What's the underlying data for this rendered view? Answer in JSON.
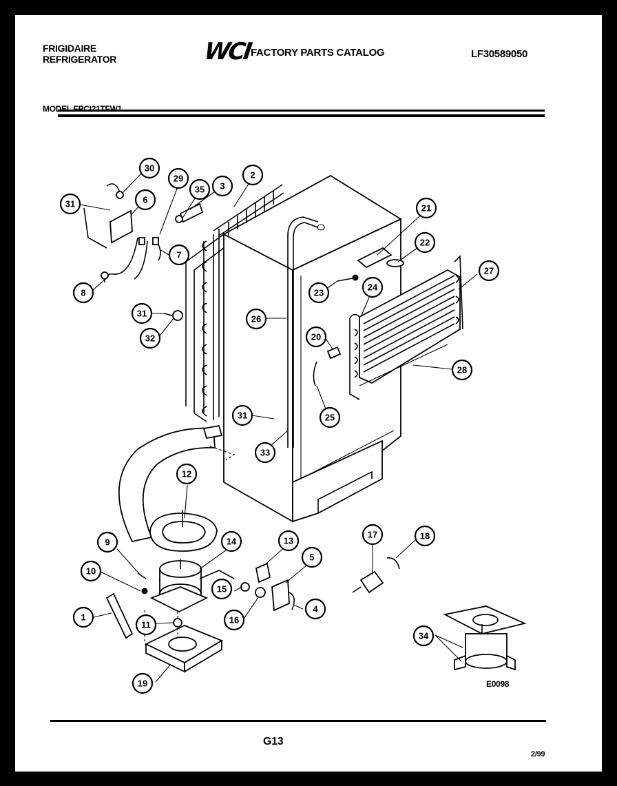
{
  "header": {
    "brand_line1": "FRIGIDAIRE",
    "brand_line2": "REFRIGERATOR",
    "logo": "WCI",
    "catalog_title": "FACTORY PARTS CATALOG",
    "catalog_number": "LF30589050"
  },
  "model_line": "MODEL FPCI21TFW1",
  "callouts": [
    "1",
    "2",
    "3",
    "4",
    "5",
    "6",
    "7",
    "8",
    "9",
    "10",
    "11",
    "12",
    "13",
    "14",
    "15",
    "16",
    "17",
    "18",
    "19",
    "20",
    "21",
    "22",
    "23",
    "24",
    "25",
    "26",
    "27",
    "28",
    "29",
    "30",
    "31",
    "31",
    "31",
    "32",
    "33",
    "34",
    "35"
  ],
  "footer": {
    "drawing_code": "E0098",
    "page_label": "G13",
    "date_code": "2/99"
  }
}
